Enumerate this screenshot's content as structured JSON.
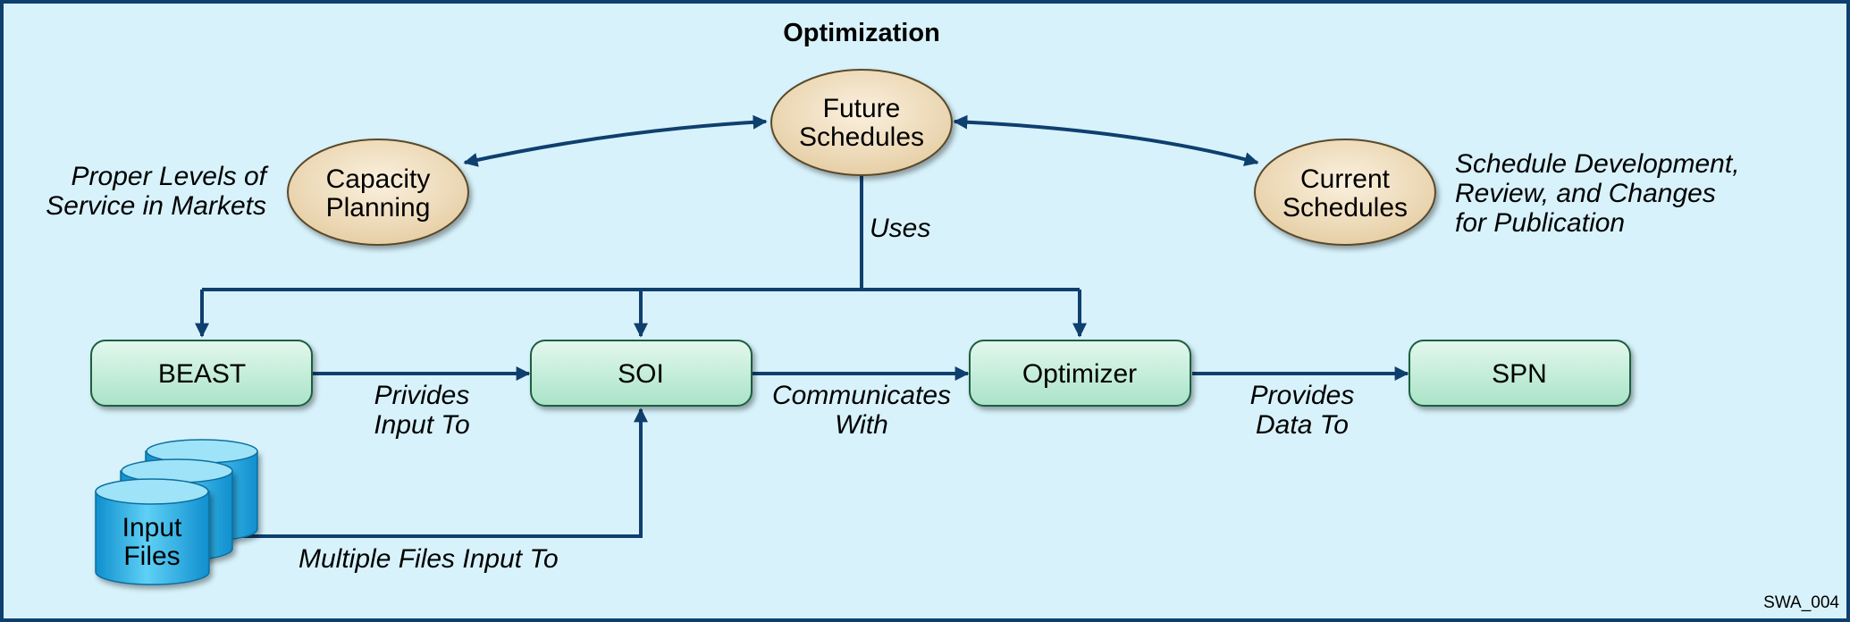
{
  "title": "Optimization",
  "nodes": {
    "future_schedules": [
      "Future",
      "Schedules"
    ],
    "capacity_planning": [
      "Capacity",
      "Planning"
    ],
    "current_schedules": [
      "Current",
      "Schedules"
    ],
    "beast": "BEAST",
    "soi": "SOI",
    "optimizer": "Optimizer",
    "spn": "SPN",
    "input_files": [
      "Input",
      "Files"
    ]
  },
  "labels": {
    "capacity_note": [
      "Proper Levels of",
      "Service in Markets"
    ],
    "current_note": [
      "Schedule Development,",
      "Review, and Changes",
      "for Publication"
    ],
    "uses": "Uses",
    "provides_input": [
      "Privides",
      "Input To"
    ],
    "communicates": [
      "Communicates",
      "With"
    ],
    "provides_data": [
      "Provides",
      "Data To"
    ],
    "multiple_files": "Multiple Files Input To"
  },
  "reference": "SWA_004",
  "colors": {
    "background": "#d7f2fb",
    "border": "#0f3f6e",
    "connector": "#0f3f6e",
    "ellipse_fill": "#ecdcc0",
    "ellipse_stroke": "#5a4a2a",
    "box_fill": "#c9efdc",
    "box_stroke": "#1e5e40",
    "cylinder_fill": "#23b1e6"
  }
}
